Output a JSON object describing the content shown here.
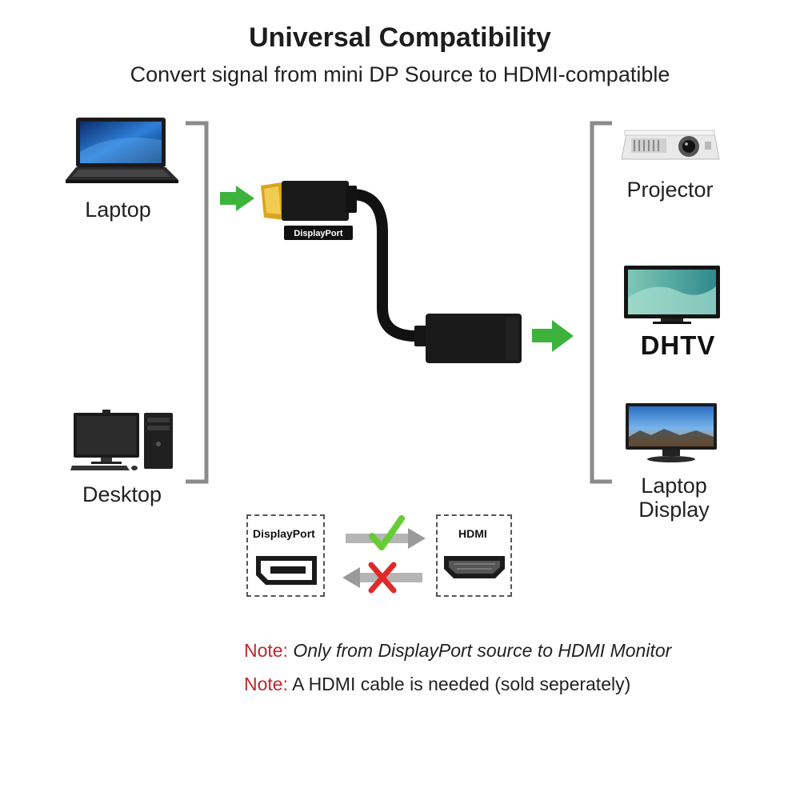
{
  "title": "Universal Compatibility",
  "subtitle": "Convert signal from mini DP Source to HDMI-compatible",
  "sources": [
    {
      "label": "Laptop",
      "icon": "laptop-icon"
    },
    {
      "label": "Desktop",
      "icon": "desktop-computer-icon"
    }
  ],
  "destinations": [
    {
      "label": "Projector",
      "icon": "projector-icon"
    },
    {
      "label": "DHTV",
      "icon": "tv-icon"
    },
    {
      "label": "Laptop Display",
      "icon": "laptop-display-icon"
    }
  ],
  "adapter": {
    "plug_label": "DisplayPort"
  },
  "direction": {
    "left_label": "DisplayPort",
    "right_label": "HDMI",
    "allowed_icon": "checkmark-icon",
    "blocked_icon": "x-mark-icon"
  },
  "notes": [
    {
      "prefix": "Note:",
      "text": " Only from DisplayPort source to HDMI Monitor"
    },
    {
      "prefix": "Note:",
      "text": " A HDMI cable is needed (sold seperately)"
    }
  ],
  "colors": {
    "accent_green": "#3cb43c",
    "note_red": "#c0262d",
    "bracket_gray": "#8a8a8a"
  }
}
